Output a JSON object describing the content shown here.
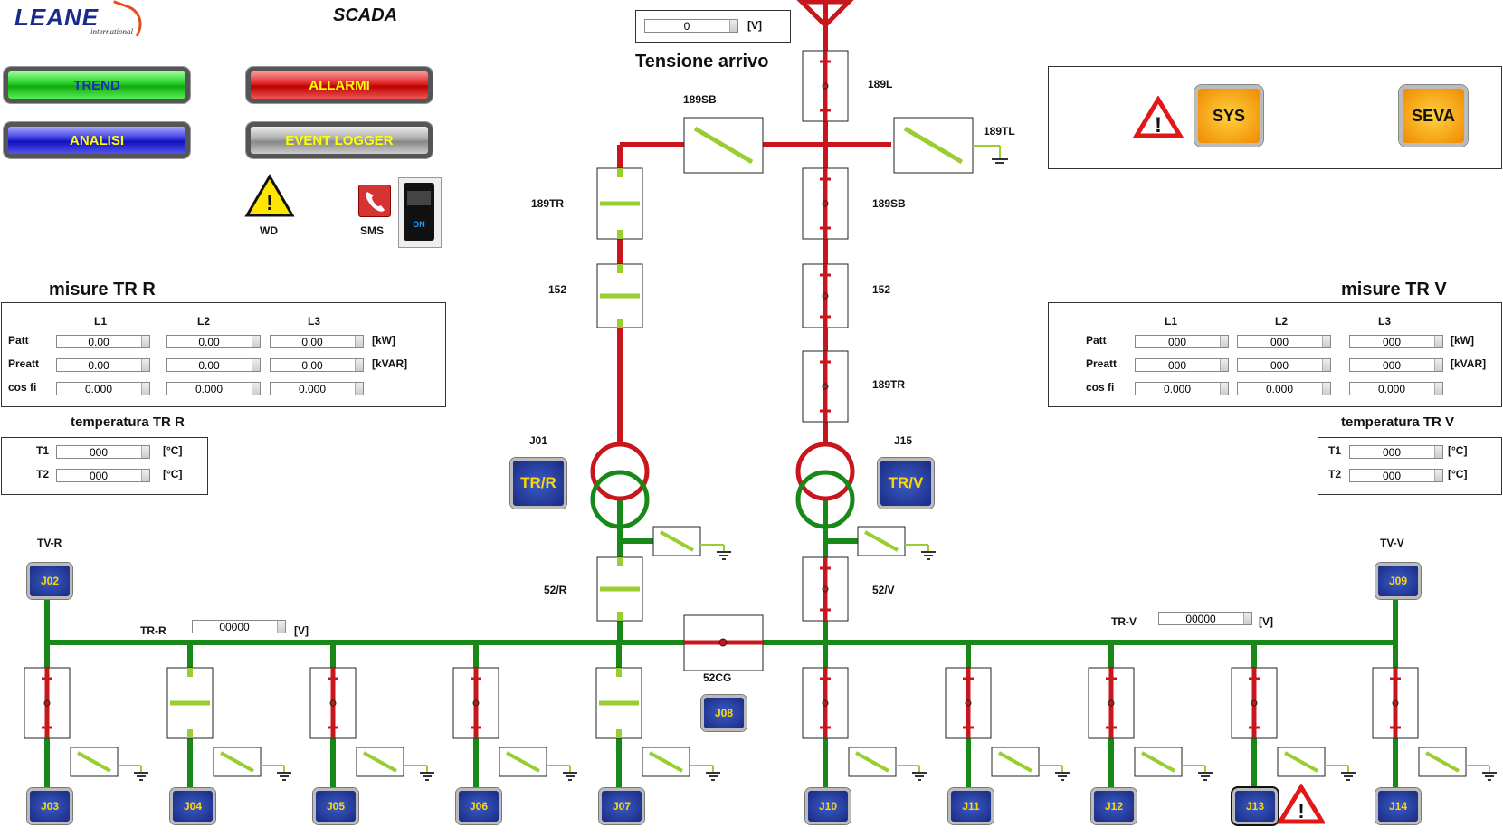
{
  "header": {
    "logo": "LEANE",
    "logo_sub": "international",
    "title": "SCADA"
  },
  "nav": {
    "trend": "TREND",
    "allarmi": "ALLARMI",
    "analisi": "ANALISI",
    "event_logger": "EVENT LOGGER"
  },
  "status": {
    "wd": "WD",
    "sms": "SMS",
    "toggle": "ON"
  },
  "arrival": {
    "value": "0",
    "unit": "[V]",
    "label": "Tensione arrivo"
  },
  "system": {
    "sys": "SYS",
    "seva": "SEVA"
  },
  "tr_r": {
    "title": "misure TR R",
    "cols": [
      "L1",
      "L2",
      "L3"
    ],
    "rows": [
      {
        "label": "Patt",
        "values": [
          "0.00",
          "0.00",
          "0.00"
        ],
        "unit": "[kW]"
      },
      {
        "label": "Preatt",
        "values": [
          "0.00",
          "0.00",
          "0.00"
        ],
        "unit": "[kVAR]"
      },
      {
        "label": "cos fi",
        "values": [
          "0.000",
          "0.000",
          "0.000"
        ],
        "unit": ""
      }
    ],
    "temp_title": "temperatura TR R",
    "temps": [
      {
        "label": "T1",
        "value": "000",
        "unit": "[°C]"
      },
      {
        "label": "T2",
        "value": "000",
        "unit": "[°C]"
      }
    ]
  },
  "tr_v": {
    "title": "misure TR V",
    "cols": [
      "L1",
      "L2",
      "L3"
    ],
    "rows": [
      {
        "label": "Patt",
        "values": [
          "000",
          "000",
          "000"
        ],
        "unit": "[kW]"
      },
      {
        "label": "Preatt",
        "values": [
          "000",
          "000",
          "000"
        ],
        "unit": "[kVAR]"
      },
      {
        "label": "cos fi",
        "values": [
          "0.000",
          "0.000",
          "0.000"
        ],
        "unit": ""
      }
    ],
    "temp_title": "temperatura TR V",
    "temps": [
      {
        "label": "T1",
        "value": "000",
        "unit": "[°C]"
      },
      {
        "label": "T2",
        "value": "000",
        "unit": "[°C]"
      }
    ]
  },
  "diagram": {
    "labels": {
      "s189L": "189L",
      "s189SB_top": "189SB",
      "s189TL": "189TL",
      "s189TR_left": "189TR",
      "s189SB_right": "189SB",
      "s152_left": "152",
      "s152_right": "152",
      "s189TR_right": "189TR",
      "j01": "J01",
      "j15": "J15",
      "s52R": "52/R",
      "s52V": "52/V",
      "s52CG": "52CG",
      "tvr": "TV-R",
      "tvv": "TV-V",
      "trr": "TR-R",
      "trv": "TR-V"
    },
    "bus_r": {
      "value": "00000",
      "unit": "[V]"
    },
    "bus_v": {
      "value": "00000",
      "unit": "[V]"
    },
    "transformers": {
      "trr": "TR/R",
      "trv": "TR/V"
    },
    "feeders": [
      "J03",
      "J04",
      "J05",
      "J06",
      "J07",
      "J10",
      "J11",
      "J12",
      "J13",
      "J14"
    ],
    "tv_buttons": {
      "j02": "J02",
      "j09": "J09",
      "j08": "J08"
    }
  },
  "colors": {
    "energized": "#c8161d",
    "deenergized": "#188818",
    "switch": "#9acd32"
  }
}
